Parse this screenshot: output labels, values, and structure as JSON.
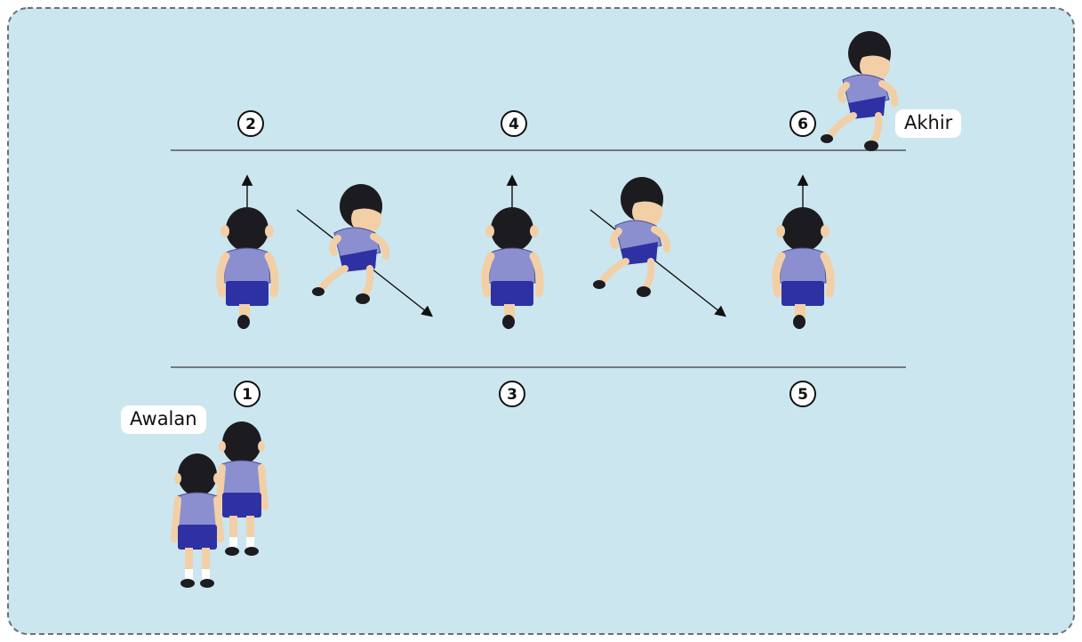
{
  "diagram": {
    "positions": [
      {
        "id": "1",
        "label": "1"
      },
      {
        "id": "2",
        "label": "2"
      },
      {
        "id": "3",
        "label": "3"
      },
      {
        "id": "4",
        "label": "4"
      },
      {
        "id": "5",
        "label": "5"
      },
      {
        "id": "6",
        "label": "6"
      }
    ],
    "start_label": "Awalan",
    "end_label": "Akhir",
    "colors": {
      "background": "#cce6ef",
      "border": "#6a7075",
      "line": "#555555",
      "shirt": "#8c8fcf",
      "shorts": "#2e31a4",
      "hair": "#1c1c20",
      "skin": "#f2cfa6"
    },
    "icons": [
      "arrow-up-icon",
      "arrow-diagonal-icon",
      "boy-runner-icon",
      "boy-standing-icon"
    ]
  }
}
